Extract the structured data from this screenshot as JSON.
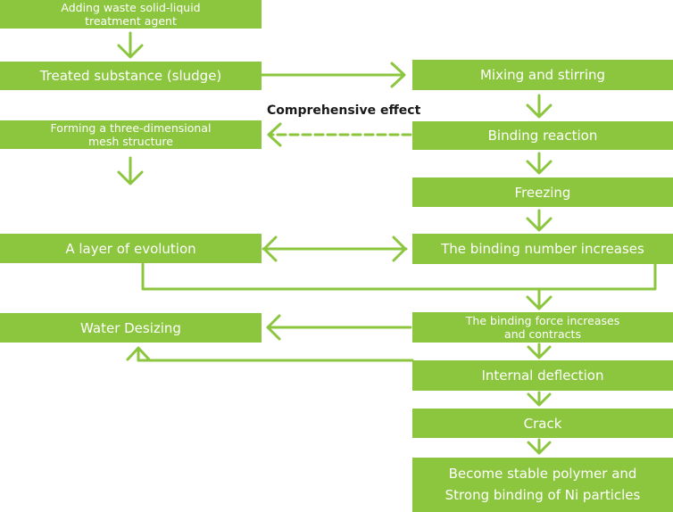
{
  "nodes": {
    "adding_agent": {
      "line1": "Adding waste solid-liquid",
      "line2": "treatment agent"
    },
    "treated_substance": {
      "label": "Treated substance (sludge)"
    },
    "mixing_stirring": {
      "label": "Mixing and stirring"
    },
    "binding_reaction": {
      "label": "Binding reaction"
    },
    "three_dimensional": {
      "line1": "Forming a three-dimensional",
      "line2": "mesh structure"
    },
    "freezing": {
      "label": "Freezing"
    },
    "layer_evolution": {
      "label": "A layer of evolution"
    },
    "binding_number": {
      "label": "The binding number increases"
    },
    "water_desizing": {
      "label": "Water Desizing"
    },
    "binding_force": {
      "line1": "The binding force increases",
      "line2": "and contracts"
    },
    "internal_deflection": {
      "label": "Internal deflection"
    },
    "crack": {
      "label": "Crack"
    },
    "stable_polymer": {
      "line1": "Become stable polymer and",
      "line2": "Strong binding of Ni particles"
    }
  },
  "annotations": {
    "comprehensive_effect": "Comprehensive effect"
  },
  "colors": {
    "box_fill": "#8cc63f",
    "arrow": "#8cc63f",
    "box_text": "#ffffff",
    "label_text": "#1a1a1a"
  }
}
